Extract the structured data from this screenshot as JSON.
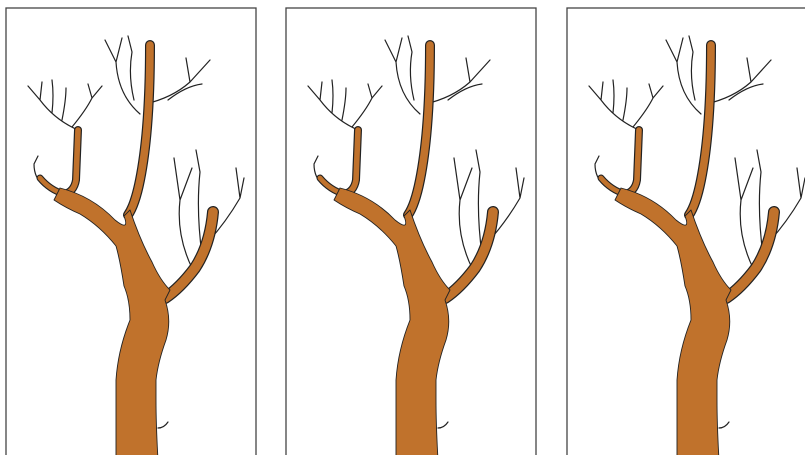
{
  "figure": {
    "panel_count": 3,
    "subject": "tree-branch-pruning-illustration",
    "colors": {
      "background": "#ffffff",
      "frame": "#444444",
      "wood": "#c0722c",
      "outline": "#222222",
      "twigs": "#222222"
    },
    "panels": [
      {
        "id": "panel-1"
      },
      {
        "id": "panel-2"
      },
      {
        "id": "panel-3"
      }
    ]
  }
}
